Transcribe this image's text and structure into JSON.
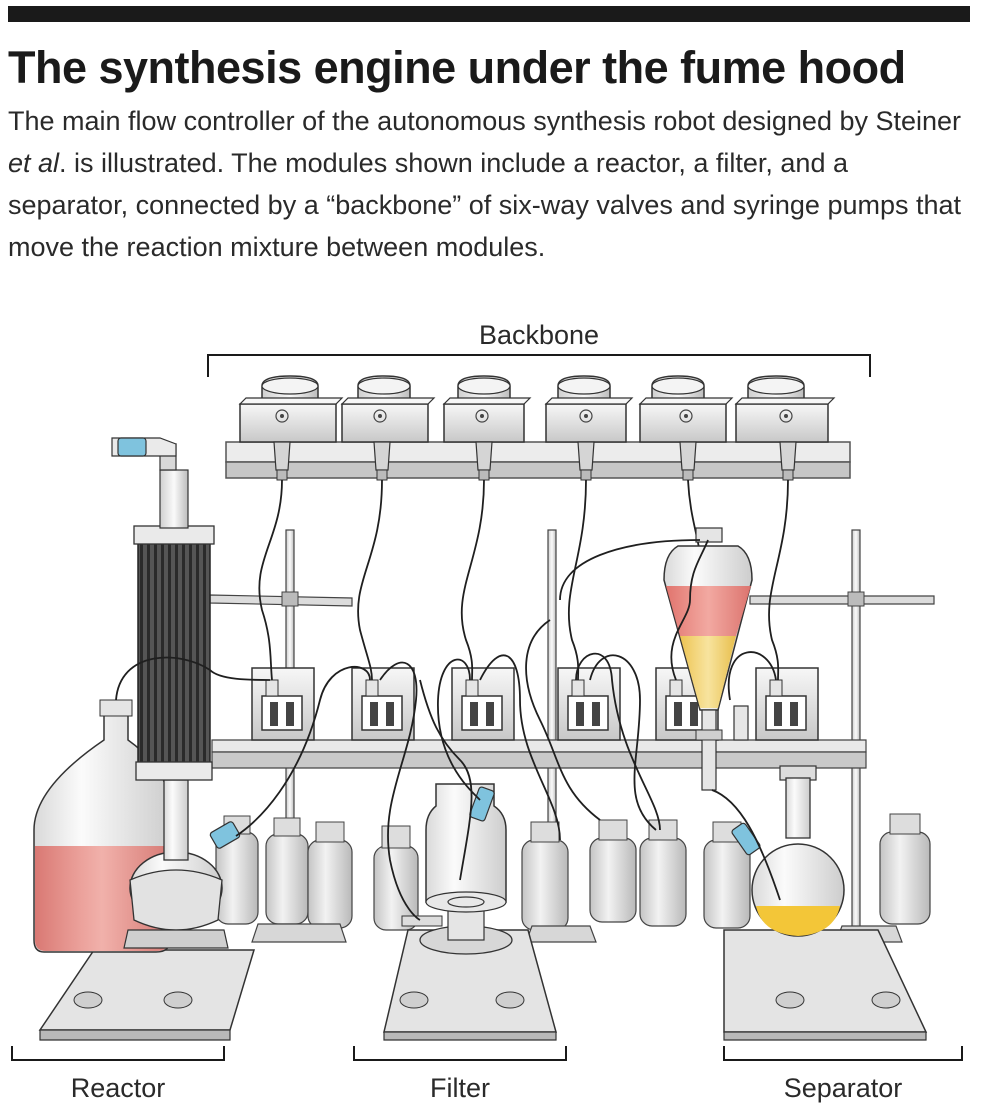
{
  "header": {
    "title": "The synthesis engine under the fume hood",
    "caption_part1": "The main flow controller of the autonomous synthesis robot designed by Steiner ",
    "caption_emph": "et al",
    "caption_part2": ". is illustrated.  The modules shown include a reactor, a filter, and a separator, connected by a “backbone” of six-way valves and syringe pumps that move the reaction mixture between modules."
  },
  "labels": {
    "backbone": "Backbone",
    "reactor": "Reactor",
    "filter": "Filter",
    "separator": "Separator"
  },
  "colors": {
    "ink": "#1a1a1a",
    "metal_light": "#eeeeee",
    "metal_mid": "#c9c9c9",
    "metal_dark": "#8a8a8a",
    "reactor_liquid": "#e58a84",
    "organic_layer": "#e8857f",
    "aqueous_layer": "#f0cd62",
    "product_liquid": "#f3c638",
    "fitting_blue": "#7fc3de"
  }
}
